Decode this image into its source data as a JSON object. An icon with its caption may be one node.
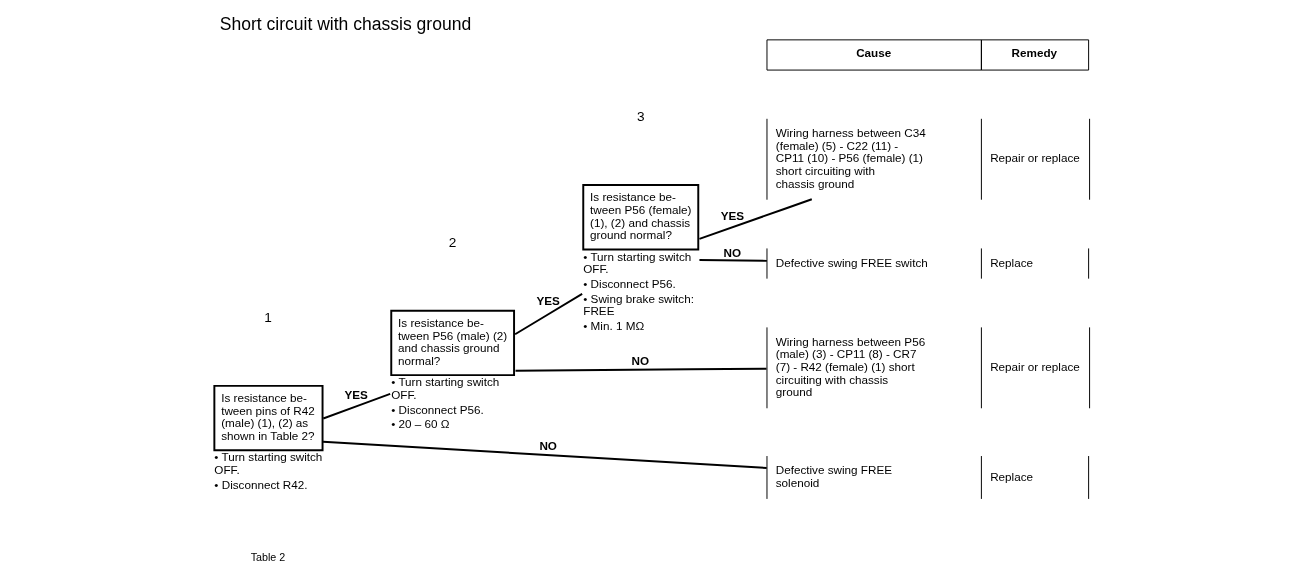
{
  "diagram": {
    "title": "Short circuit with chassis ground",
    "nodes": [
      {
        "text": [
          "Is resistance be- tween pins of R42 (male) (1), (2) as shown in Table 2?"
        ],
        "beside": [
          "• Turn starting switch OFF.",
          "• Disconnect R42."
        ]
      },
      {
        "text": [
          "Is resistance be- tween P56 (male) (2) and chassis ground normal?"
        ],
        "beside": [
          "• Turn starting switch OFF.",
          "• Disconnect P56.",
          "• 20 – 60 Ω"
        ]
      },
      {
        "text": [
          "Is resistance be- tween P56 (female) (1), (2) and chassis ground normal?"
        ],
        "beside": [
          "• Turn starting switch OFF.",
          "• Disconnect P56.",
          "• Swing brake switch: FREE",
          "• Min. 1 MΩ"
        ]
      },
      {
        "text": [
          "Wiring harness between C34 (female) (5) - C22 (11) - CP11 (10) - P56 (female) (1) short circuiting with chassis ground",
          "Repair or replace"
        ]
      },
      {
        "text": [
          "Defective swing FREE switch",
          "Replace"
        ]
      },
      {
        "text": [
          "Wiring harness between P56 (male) (3) - CP11 (8) - CR7 (7) - R42 (female) (1) short circuiting with chassis ground",
          "Repair or replace"
        ]
      },
      {
        "text": [
          "Defective swing FREE solenoid",
          "Replace"
        ]
      }
    ],
    "edges": [
      {
        "from": 0,
        "to": 1,
        "arrow": "none",
        "label": "YES"
      },
      {
        "from": 0,
        "to": 6,
        "arrow": "none",
        "label": "NO"
      },
      {
        "from": 1,
        "to": 2,
        "arrow": "none",
        "label": "YES"
      },
      {
        "from": 1,
        "to": 5,
        "arrow": "none",
        "label": "NO"
      },
      {
        "from": 2,
        "to": 3,
        "arrow": "none",
        "label": "YES"
      },
      {
        "from": 2,
        "to": 4,
        "arrow": "none",
        "label": "NO"
      }
    ],
    "labels": [
      "Cause",
      "Remedy",
      "3",
      "2",
      "1",
      "Table 2"
    ]
  }
}
